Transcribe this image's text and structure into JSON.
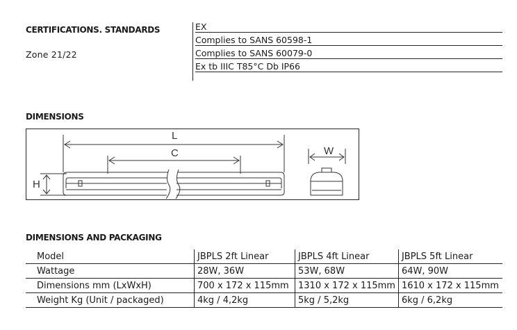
{
  "certifications": {
    "heading": "CERTIFICATIONS. STANDARDS",
    "zone": "Zone 21/22",
    "items": [
      "EX",
      "Complies to SANS 60598-1",
      "Complies to SANS 60079-0",
      "Ex tb IIIC T85°C Db IP66"
    ]
  },
  "dimensions": {
    "heading": "DIMENSIONS",
    "labels": {
      "length": "L",
      "centres": "C",
      "height": "H",
      "width": "W"
    }
  },
  "packaging": {
    "heading": "DIMENSIONS AND PACKAGING",
    "rows": [
      [
        "Model",
        "JBPLS 2ft Linear",
        "JBPLS 4ft Linear",
        "JBPLS 5ft Linear"
      ],
      [
        "Wattage",
        "28W, 36W",
        "53W, 68W",
        "64W, 90W"
      ],
      [
        "Dimensions mm (LxWxH)",
        "700 x 172 x 115mm",
        "1310 x 172 x 115mm",
        "1610 x 172 x 115mm"
      ],
      [
        "Weight Kg (Unit / packaged)",
        "4kg / 4,2kg",
        "5kg / 5,2kg",
        "6kg / 6,2kg"
      ]
    ]
  }
}
